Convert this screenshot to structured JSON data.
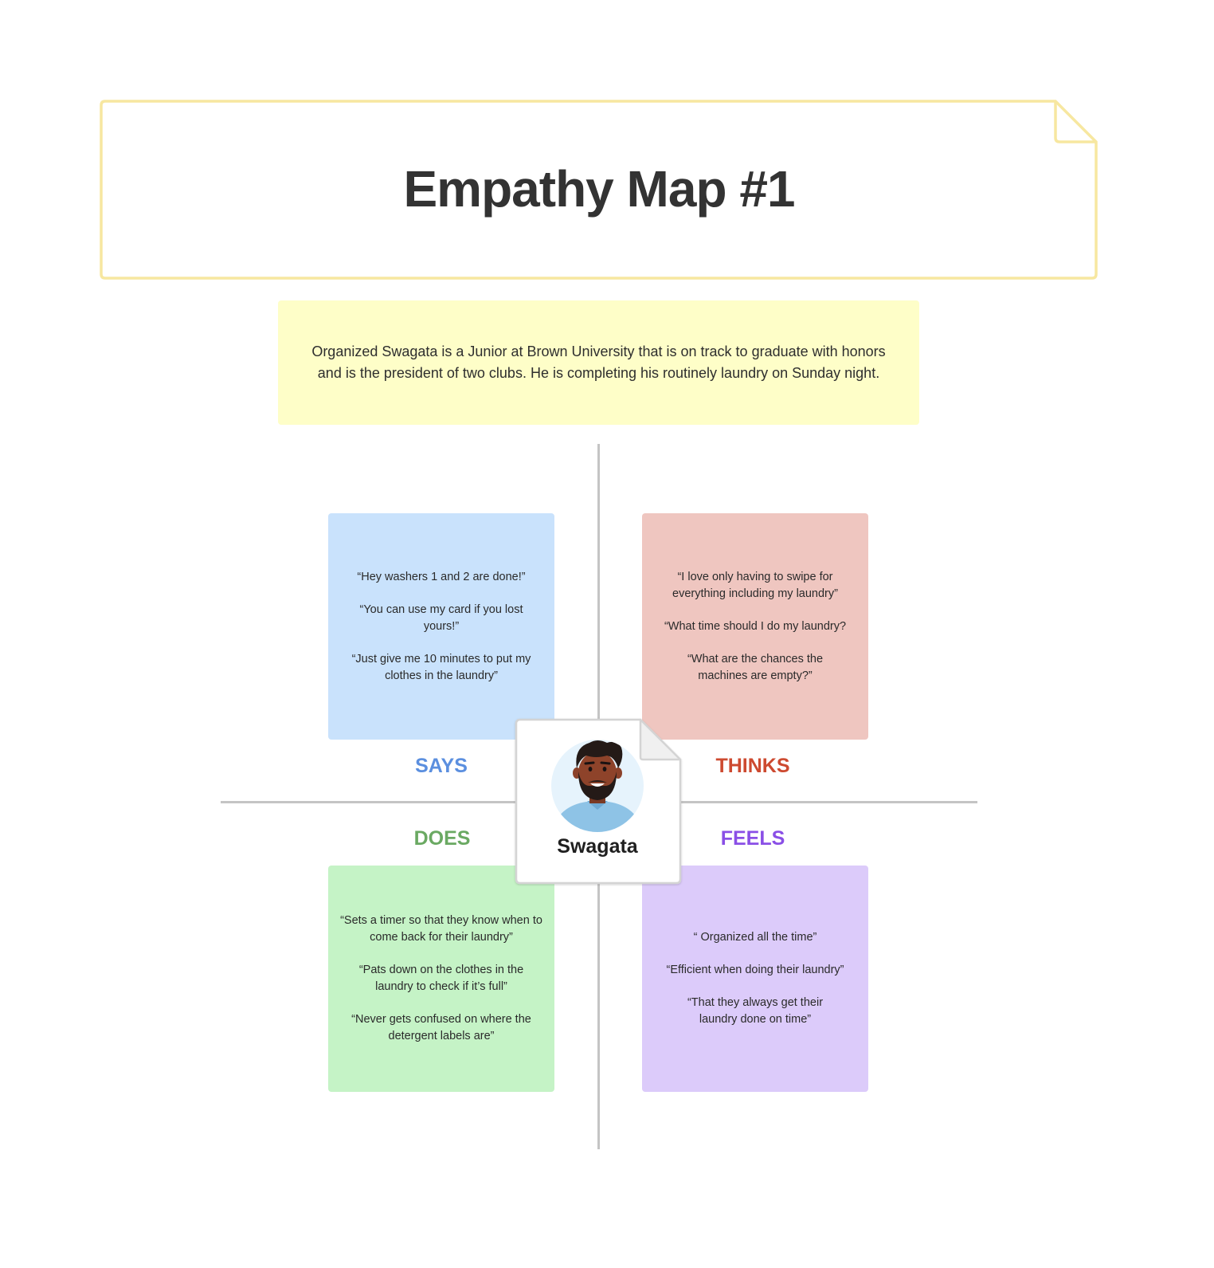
{
  "title": "Empathy Map #1",
  "description": {
    "line1": "Organized Swagata is a Junior at Brown University that is on track to graduate with honors",
    "line2": "and is the president of two clubs. He  is completing his routinely laundry on Sunday night."
  },
  "persona": {
    "name": "Swagata",
    "avatar_icon": "person-avatar-icon"
  },
  "quadrants": {
    "says": {
      "label": "SAYS",
      "color": "#5b8fdf",
      "card_color": "#c9e2fc",
      "items": [
        "“Hey washers 1 and 2 are done!”",
        "“You can use my card if you lost yours!”",
        "“Just give me 10 minutes to put my clothes in the laundry”"
      ]
    },
    "thinks": {
      "label": "THINKS",
      "color": "#cd4a30",
      "card_color": "#efc6c0",
      "items": [
        "“I love only having to swipe for everything including my laundry”",
        "“What time should I do my laundry?",
        "“What are the chances the machines are empty?”"
      ]
    },
    "does": {
      "label": "DOES",
      "color": "#6aa962",
      "card_color": "#c5f3c6",
      "items": [
        "“Sets a timer so that they know when to come back for their laundry”",
        "“Pats down on the clothes in the laundry to check if it’s full”",
        "“Never gets confused on where the detergent labels are”"
      ]
    },
    "feels": {
      "label": "FEELS",
      "color": "#8a4fe6",
      "card_color": "#dccbfa",
      "items": [
        "“ Organized all the time”",
        "“Efficient when doing their laundry”",
        "“That they always get their laundry done on time”"
      ]
    }
  }
}
